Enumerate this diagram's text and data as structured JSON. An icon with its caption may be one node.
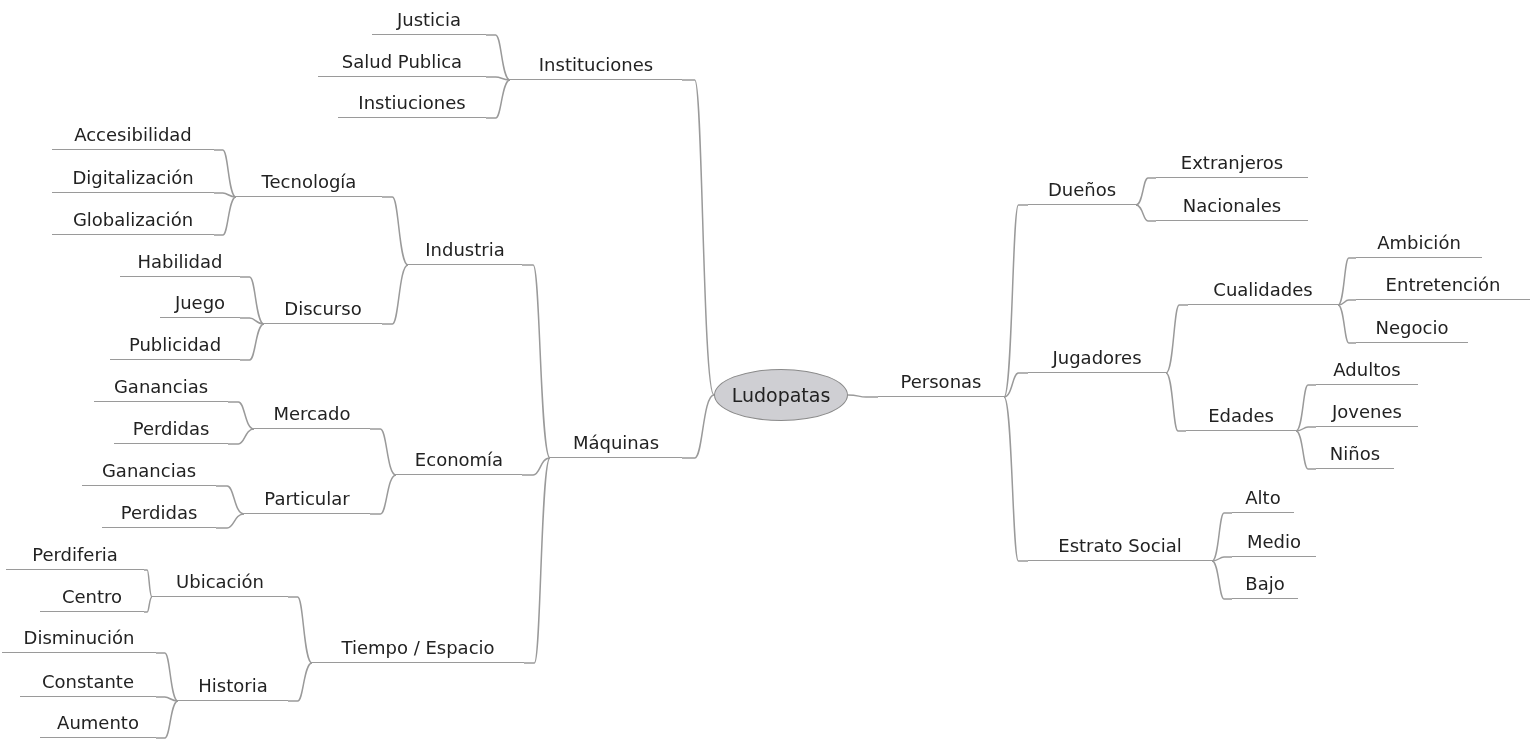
{
  "diagram": {
    "nodes": [
      {
        "text": [
          "Ludopatas"
        ]
      },
      {
        "text": [
          "Instituciones"
        ]
      },
      {
        "text": [
          "Justicia"
        ]
      },
      {
        "text": [
          "Salud Publica"
        ]
      },
      {
        "text": [
          "Instiuciones"
        ]
      },
      {
        "text": [
          "Máquinas"
        ]
      },
      {
        "text": [
          "Industria"
        ]
      },
      {
        "text": [
          "Tecnología"
        ]
      },
      {
        "text": [
          "Accesibilidad"
        ]
      },
      {
        "text": [
          "Digitalización"
        ]
      },
      {
        "text": [
          "Globalización"
        ]
      },
      {
        "text": [
          "Discurso"
        ]
      },
      {
        "text": [
          "Habilidad"
        ]
      },
      {
        "text": [
          "Juego"
        ]
      },
      {
        "text": [
          "Publicidad"
        ]
      },
      {
        "text": [
          "Economía"
        ]
      },
      {
        "text": [
          "Mercado"
        ]
      },
      {
        "text": [
          "Ganancias"
        ]
      },
      {
        "text": [
          "Perdidas"
        ]
      },
      {
        "text": [
          "Particular"
        ]
      },
      {
        "text": [
          "Ganancias"
        ]
      },
      {
        "text": [
          "Perdidas"
        ]
      },
      {
        "text": [
          "Tiempo / Espacio"
        ]
      },
      {
        "text": [
          "Ubicación"
        ]
      },
      {
        "text": [
          "Perdiferia"
        ]
      },
      {
        "text": [
          "Centro"
        ]
      },
      {
        "text": [
          "Historia"
        ]
      },
      {
        "text": [
          "Disminución"
        ]
      },
      {
        "text": [
          "Constante"
        ]
      },
      {
        "text": [
          "Aumento"
        ]
      },
      {
        "text": [
          "Personas"
        ]
      },
      {
        "text": [
          "Dueños"
        ]
      },
      {
        "text": [
          "Extranjeros"
        ]
      },
      {
        "text": [
          "Nacionales"
        ]
      },
      {
        "text": [
          "Jugadores"
        ]
      },
      {
        "text": [
          "Cualidades"
        ]
      },
      {
        "text": [
          "Ambición"
        ]
      },
      {
        "text": [
          "Entretención"
        ]
      },
      {
        "text": [
          "Negocio"
        ]
      },
      {
        "text": [
          "Edades"
        ]
      },
      {
        "text": [
          "Adultos"
        ]
      },
      {
        "text": [
          "Jovenes"
        ]
      },
      {
        "text": [
          "Niños"
        ]
      },
      {
        "text": [
          "Estrato Social"
        ]
      },
      {
        "text": [
          "Alto"
        ]
      },
      {
        "text": [
          "Medio"
        ]
      },
      {
        "text": [
          "Bajo"
        ]
      }
    ],
    "edges": [
      {
        "from": 0,
        "to": 1,
        "arrow": "none"
      },
      {
        "from": 1,
        "to": 2,
        "arrow": "none"
      },
      {
        "from": 1,
        "to": 3,
        "arrow": "none"
      },
      {
        "from": 1,
        "to": 4,
        "arrow": "none"
      },
      {
        "from": 0,
        "to": 5,
        "arrow": "none"
      },
      {
        "from": 5,
        "to": 6,
        "arrow": "none"
      },
      {
        "from": 6,
        "to": 7,
        "arrow": "none"
      },
      {
        "from": 7,
        "to": 8,
        "arrow": "none"
      },
      {
        "from": 7,
        "to": 9,
        "arrow": "none"
      },
      {
        "from": 7,
        "to": 10,
        "arrow": "none"
      },
      {
        "from": 6,
        "to": 11,
        "arrow": "none"
      },
      {
        "from": 11,
        "to": 12,
        "arrow": "none"
      },
      {
        "from": 11,
        "to": 13,
        "arrow": "none"
      },
      {
        "from": 11,
        "to": 14,
        "arrow": "none"
      },
      {
        "from": 5,
        "to": 15,
        "arrow": "none"
      },
      {
        "from": 15,
        "to": 16,
        "arrow": "none"
      },
      {
        "from": 16,
        "to": 17,
        "arrow": "none"
      },
      {
        "from": 16,
        "to": 18,
        "arrow": "none"
      },
      {
        "from": 15,
        "to": 19,
        "arrow": "none"
      },
      {
        "from": 19,
        "to": 20,
        "arrow": "none"
      },
      {
        "from": 19,
        "to": 21,
        "arrow": "none"
      },
      {
        "from": 5,
        "to": 22,
        "arrow": "none"
      },
      {
        "from": 22,
        "to": 23,
        "arrow": "none"
      },
      {
        "from": 23,
        "to": 24,
        "arrow": "none"
      },
      {
        "from": 23,
        "to": 25,
        "arrow": "none"
      },
      {
        "from": 22,
        "to": 26,
        "arrow": "none"
      },
      {
        "from": 26,
        "to": 27,
        "arrow": "none"
      },
      {
        "from": 26,
        "to": 28,
        "arrow": "none"
      },
      {
        "from": 26,
        "to": 29,
        "arrow": "none"
      },
      {
        "from": 0,
        "to": 30,
        "arrow": "none"
      },
      {
        "from": 30,
        "to": 31,
        "arrow": "none"
      },
      {
        "from": 31,
        "to": 32,
        "arrow": "none"
      },
      {
        "from": 31,
        "to": 33,
        "arrow": "none"
      },
      {
        "from": 30,
        "to": 34,
        "arrow": "none"
      },
      {
        "from": 34,
        "to": 35,
        "arrow": "none"
      },
      {
        "from": 35,
        "to": 36,
        "arrow": "none"
      },
      {
        "from": 35,
        "to": 37,
        "arrow": "none"
      },
      {
        "from": 35,
        "to": 38,
        "arrow": "none"
      },
      {
        "from": 34,
        "to": 39,
        "arrow": "none"
      },
      {
        "from": 39,
        "to": 40,
        "arrow": "none"
      },
      {
        "from": 39,
        "to": 41,
        "arrow": "none"
      },
      {
        "from": 39,
        "to": 42,
        "arrow": "none"
      },
      {
        "from": 30,
        "to": 43,
        "arrow": "none"
      },
      {
        "from": 43,
        "to": 44,
        "arrow": "none"
      },
      {
        "from": 43,
        "to": 45,
        "arrow": "none"
      },
      {
        "from": 43,
        "to": 46,
        "arrow": "none"
      }
    ]
  }
}
